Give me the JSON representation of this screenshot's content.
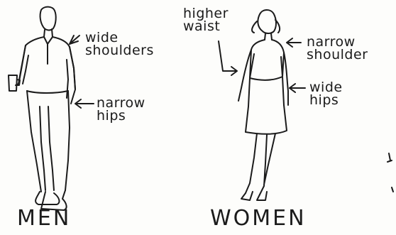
{
  "figures": {
    "men": {
      "caption": "MEN",
      "annotations": {
        "shoulders": [
          "wide",
          "shoulders"
        ],
        "hips": [
          "narrow",
          "hips"
        ]
      }
    },
    "women": {
      "caption": "WOMEN",
      "annotations": {
        "waist": [
          "higher",
          "waist"
        ],
        "shoulders": [
          "narrow",
          "shoulder"
        ],
        "hips": [
          "wide",
          "hips"
        ]
      }
    }
  },
  "colors": {
    "ink": "#1b1b1b",
    "paper": "#fdfdfb"
  }
}
